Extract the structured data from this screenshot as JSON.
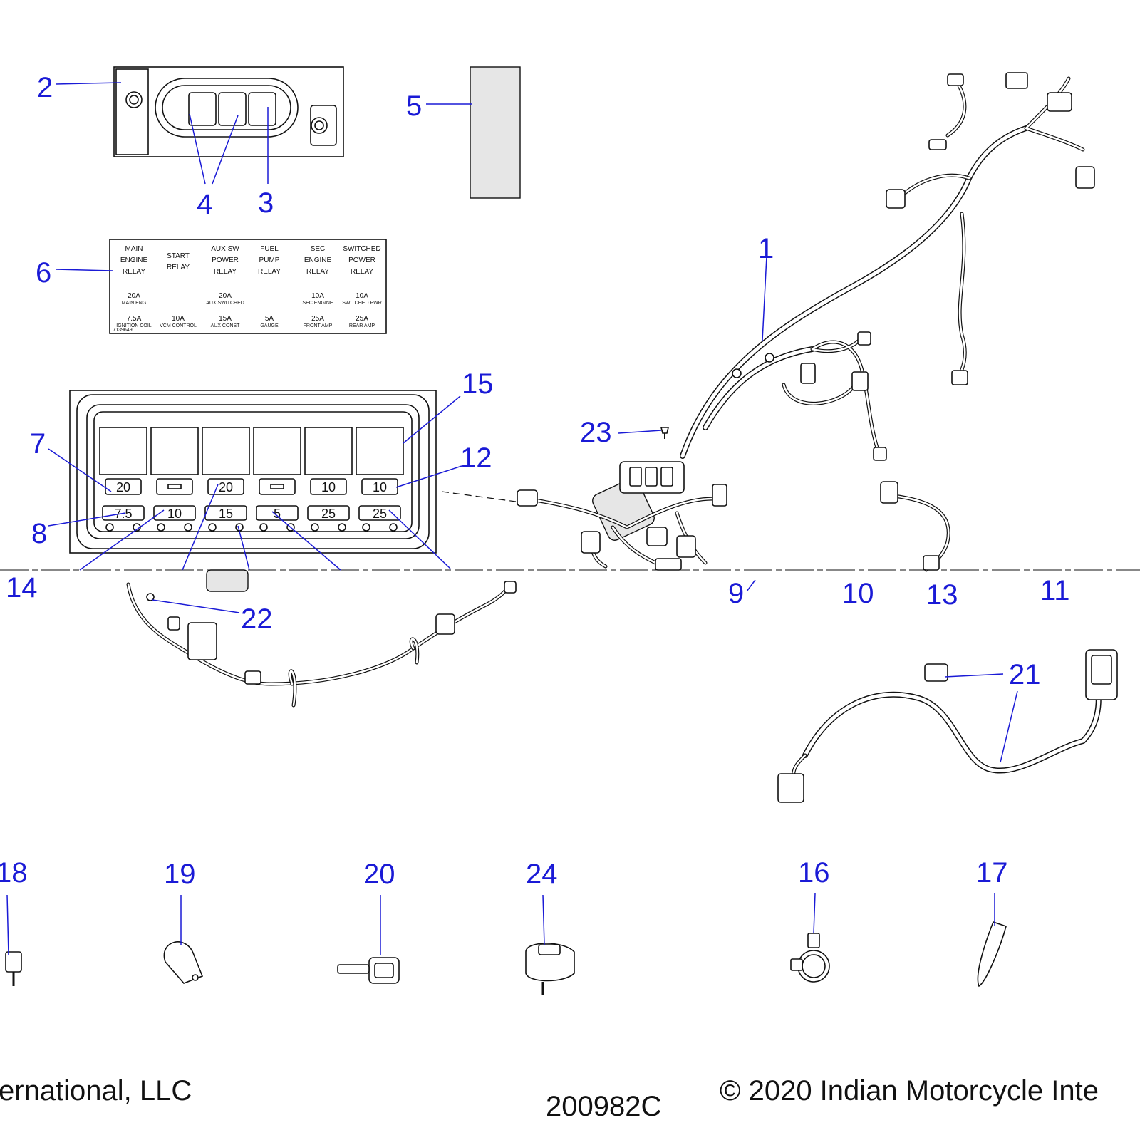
{
  "callouts": [
    "1",
    "2",
    "3",
    "4",
    "5",
    "6",
    "7",
    "8",
    "9",
    "10",
    "11",
    "12",
    "13",
    "14",
    "15",
    "16",
    "17",
    "18",
    "19",
    "20",
    "21",
    "22",
    "23",
    "24"
  ],
  "decal": {
    "relays": [
      {
        "line1": "MAIN",
        "line2": "ENGINE",
        "line3": "RELAY"
      },
      {
        "line1": "START",
        "line2": "RELAY",
        "line3": ""
      },
      {
        "line1": "AUX SW",
        "line2": "POWER",
        "line3": "RELAY"
      },
      {
        "line1": "FUEL",
        "line2": "PUMP",
        "line3": "RELAY"
      },
      {
        "line1": "SEC",
        "line2": "ENGINE",
        "line3": "RELAY"
      },
      {
        "line1": "SWITCHED",
        "line2": "POWER",
        "line3": "RELAY"
      }
    ],
    "upper_fuses": [
      {
        "amp": "20A",
        "desc": "MAIN ENG"
      },
      {
        "amp": "",
        "desc": ""
      },
      {
        "amp": "20A",
        "desc": "AUX SWITCHED"
      },
      {
        "amp": "",
        "desc": ""
      },
      {
        "amp": "10A",
        "desc": "SEC ENGINE"
      },
      {
        "amp": "10A",
        "desc": "SWITCHED PWR"
      }
    ],
    "lower_fuses": [
      {
        "amp": "7.5A",
        "desc": "IGNITION COIL"
      },
      {
        "amp": "10A",
        "desc": "VCM CONTROL"
      },
      {
        "amp": "15A",
        "desc": "AUX CONST"
      },
      {
        "amp": "5A",
        "desc": "GAUGE"
      },
      {
        "amp": "25A",
        "desc": "FRONT AMP"
      },
      {
        "amp": "25A",
        "desc": "REAR AMP"
      }
    ],
    "part_no": "7139649"
  },
  "fuse_box": {
    "upper_fuses": [
      "20",
      "",
      "20",
      "",
      "10",
      "10"
    ],
    "lower_fuses": [
      "7.5",
      "10",
      "15",
      "5",
      "25",
      "25"
    ]
  },
  "footer": {
    "left_text": "ernational, LLC",
    "right_text": "© 2020 Indian Motorcycle Inte",
    "figure_id": "200982C"
  }
}
